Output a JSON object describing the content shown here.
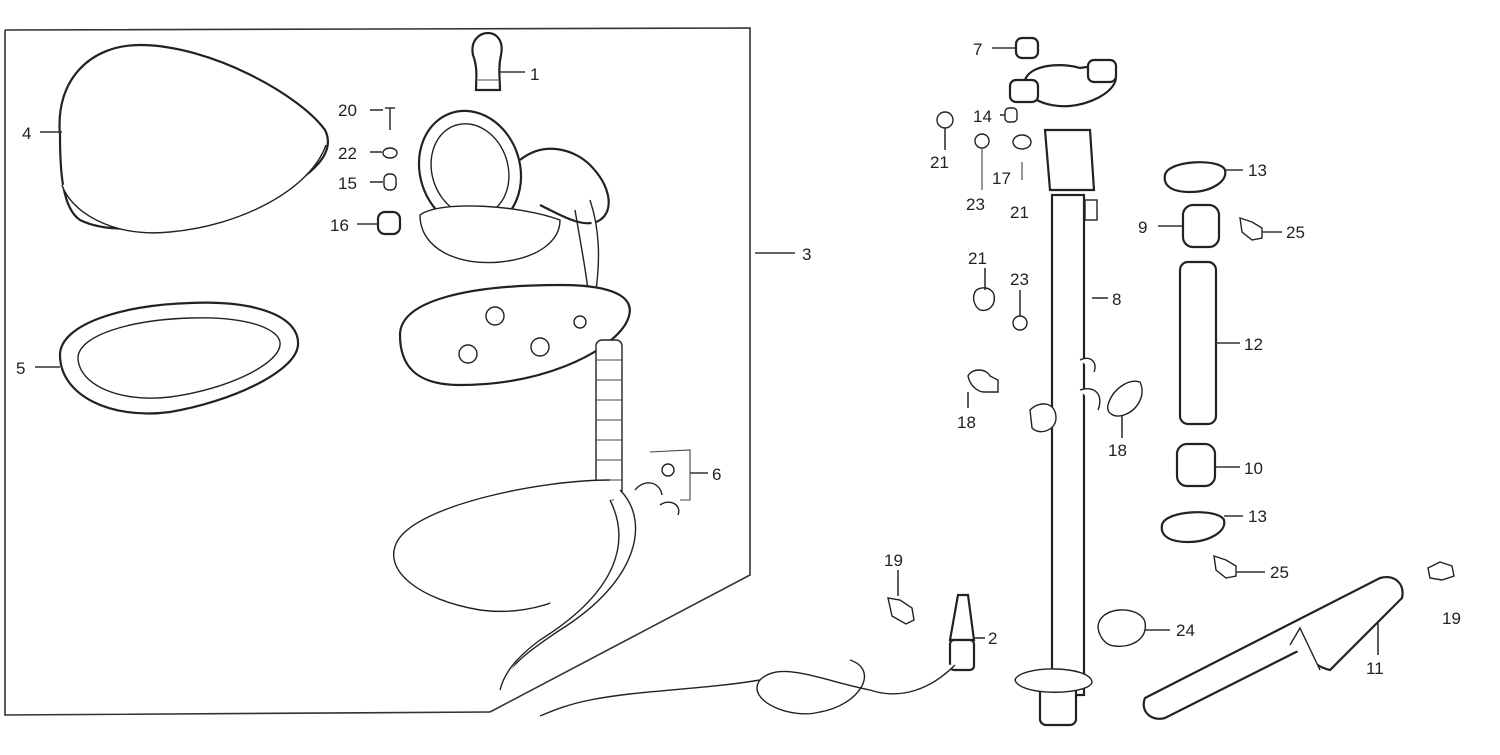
{
  "callouts": [
    {
      "id": "c1",
      "text": "1"
    },
    {
      "id": "c2",
      "text": "2"
    },
    {
      "id": "c3",
      "text": "3"
    },
    {
      "id": "c4",
      "text": "4"
    },
    {
      "id": "c5",
      "text": "5"
    },
    {
      "id": "c6",
      "text": "6"
    },
    {
      "id": "c7",
      "text": "7"
    },
    {
      "id": "c8",
      "text": "8"
    },
    {
      "id": "c9",
      "text": "9"
    },
    {
      "id": "c10",
      "text": "10"
    },
    {
      "id": "c11",
      "text": "11"
    },
    {
      "id": "c12",
      "text": "12"
    },
    {
      "id": "c13a",
      "text": "13"
    },
    {
      "id": "c13b",
      "text": "13"
    },
    {
      "id": "c14",
      "text": "14"
    },
    {
      "id": "c15",
      "text": "15"
    },
    {
      "id": "c16",
      "text": "16"
    },
    {
      "id": "c17",
      "text": "17"
    },
    {
      "id": "c18a",
      "text": "18"
    },
    {
      "id": "c18b",
      "text": "18"
    },
    {
      "id": "c19a",
      "text": "19"
    },
    {
      "id": "c19b",
      "text": "19"
    },
    {
      "id": "c20",
      "text": "20"
    },
    {
      "id": "c21a",
      "text": "21"
    },
    {
      "id": "c21b",
      "text": "21"
    },
    {
      "id": "c21c",
      "text": "21"
    },
    {
      "id": "c22",
      "text": "22"
    },
    {
      "id": "c23a",
      "text": "23"
    },
    {
      "id": "c23b",
      "text": "23"
    },
    {
      "id": "c24",
      "text": "24"
    },
    {
      "id": "c25a",
      "text": "25"
    },
    {
      "id": "c25b",
      "text": "25"
    }
  ]
}
